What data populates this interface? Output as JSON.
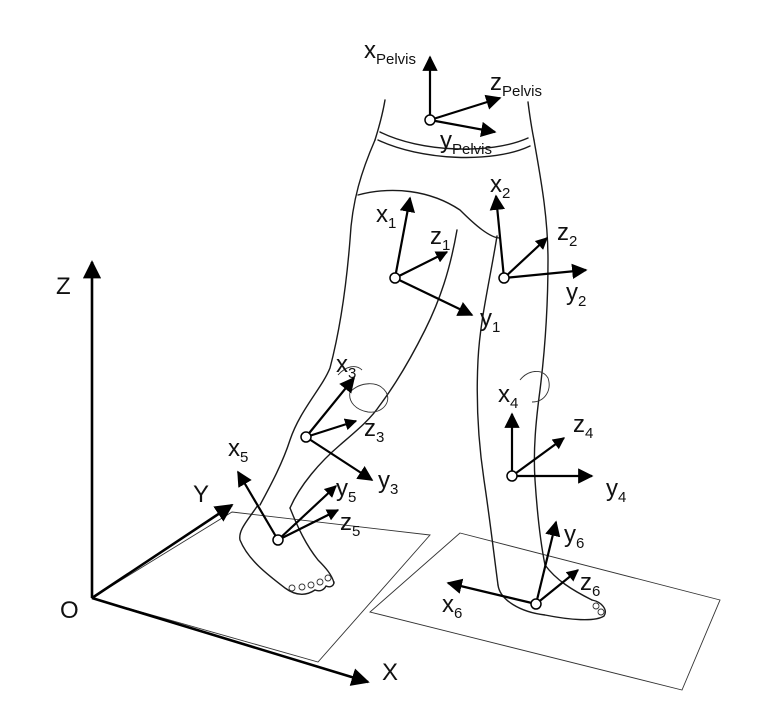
{
  "global_axes": {
    "origin": "O",
    "x": "X",
    "y": "Y",
    "z": "Z"
  },
  "frames": {
    "pelvis": {
      "x": "x",
      "y": "y",
      "z": "z",
      "sub": "Pelvis"
    },
    "f1": {
      "x": "x",
      "y": "y",
      "z": "z",
      "sub": "1"
    },
    "f2": {
      "x": "x",
      "y": "y",
      "z": "z",
      "sub": "2"
    },
    "f3": {
      "x": "x",
      "y": "y",
      "z": "z",
      "sub": "3"
    },
    "f4": {
      "x": "x",
      "y": "y",
      "z": "z",
      "sub": "4"
    },
    "f5": {
      "x": "x",
      "y": "y",
      "z": "z",
      "sub": "5"
    },
    "f6": {
      "x": "x",
      "y": "y",
      "z": "z",
      "sub": "6"
    }
  }
}
